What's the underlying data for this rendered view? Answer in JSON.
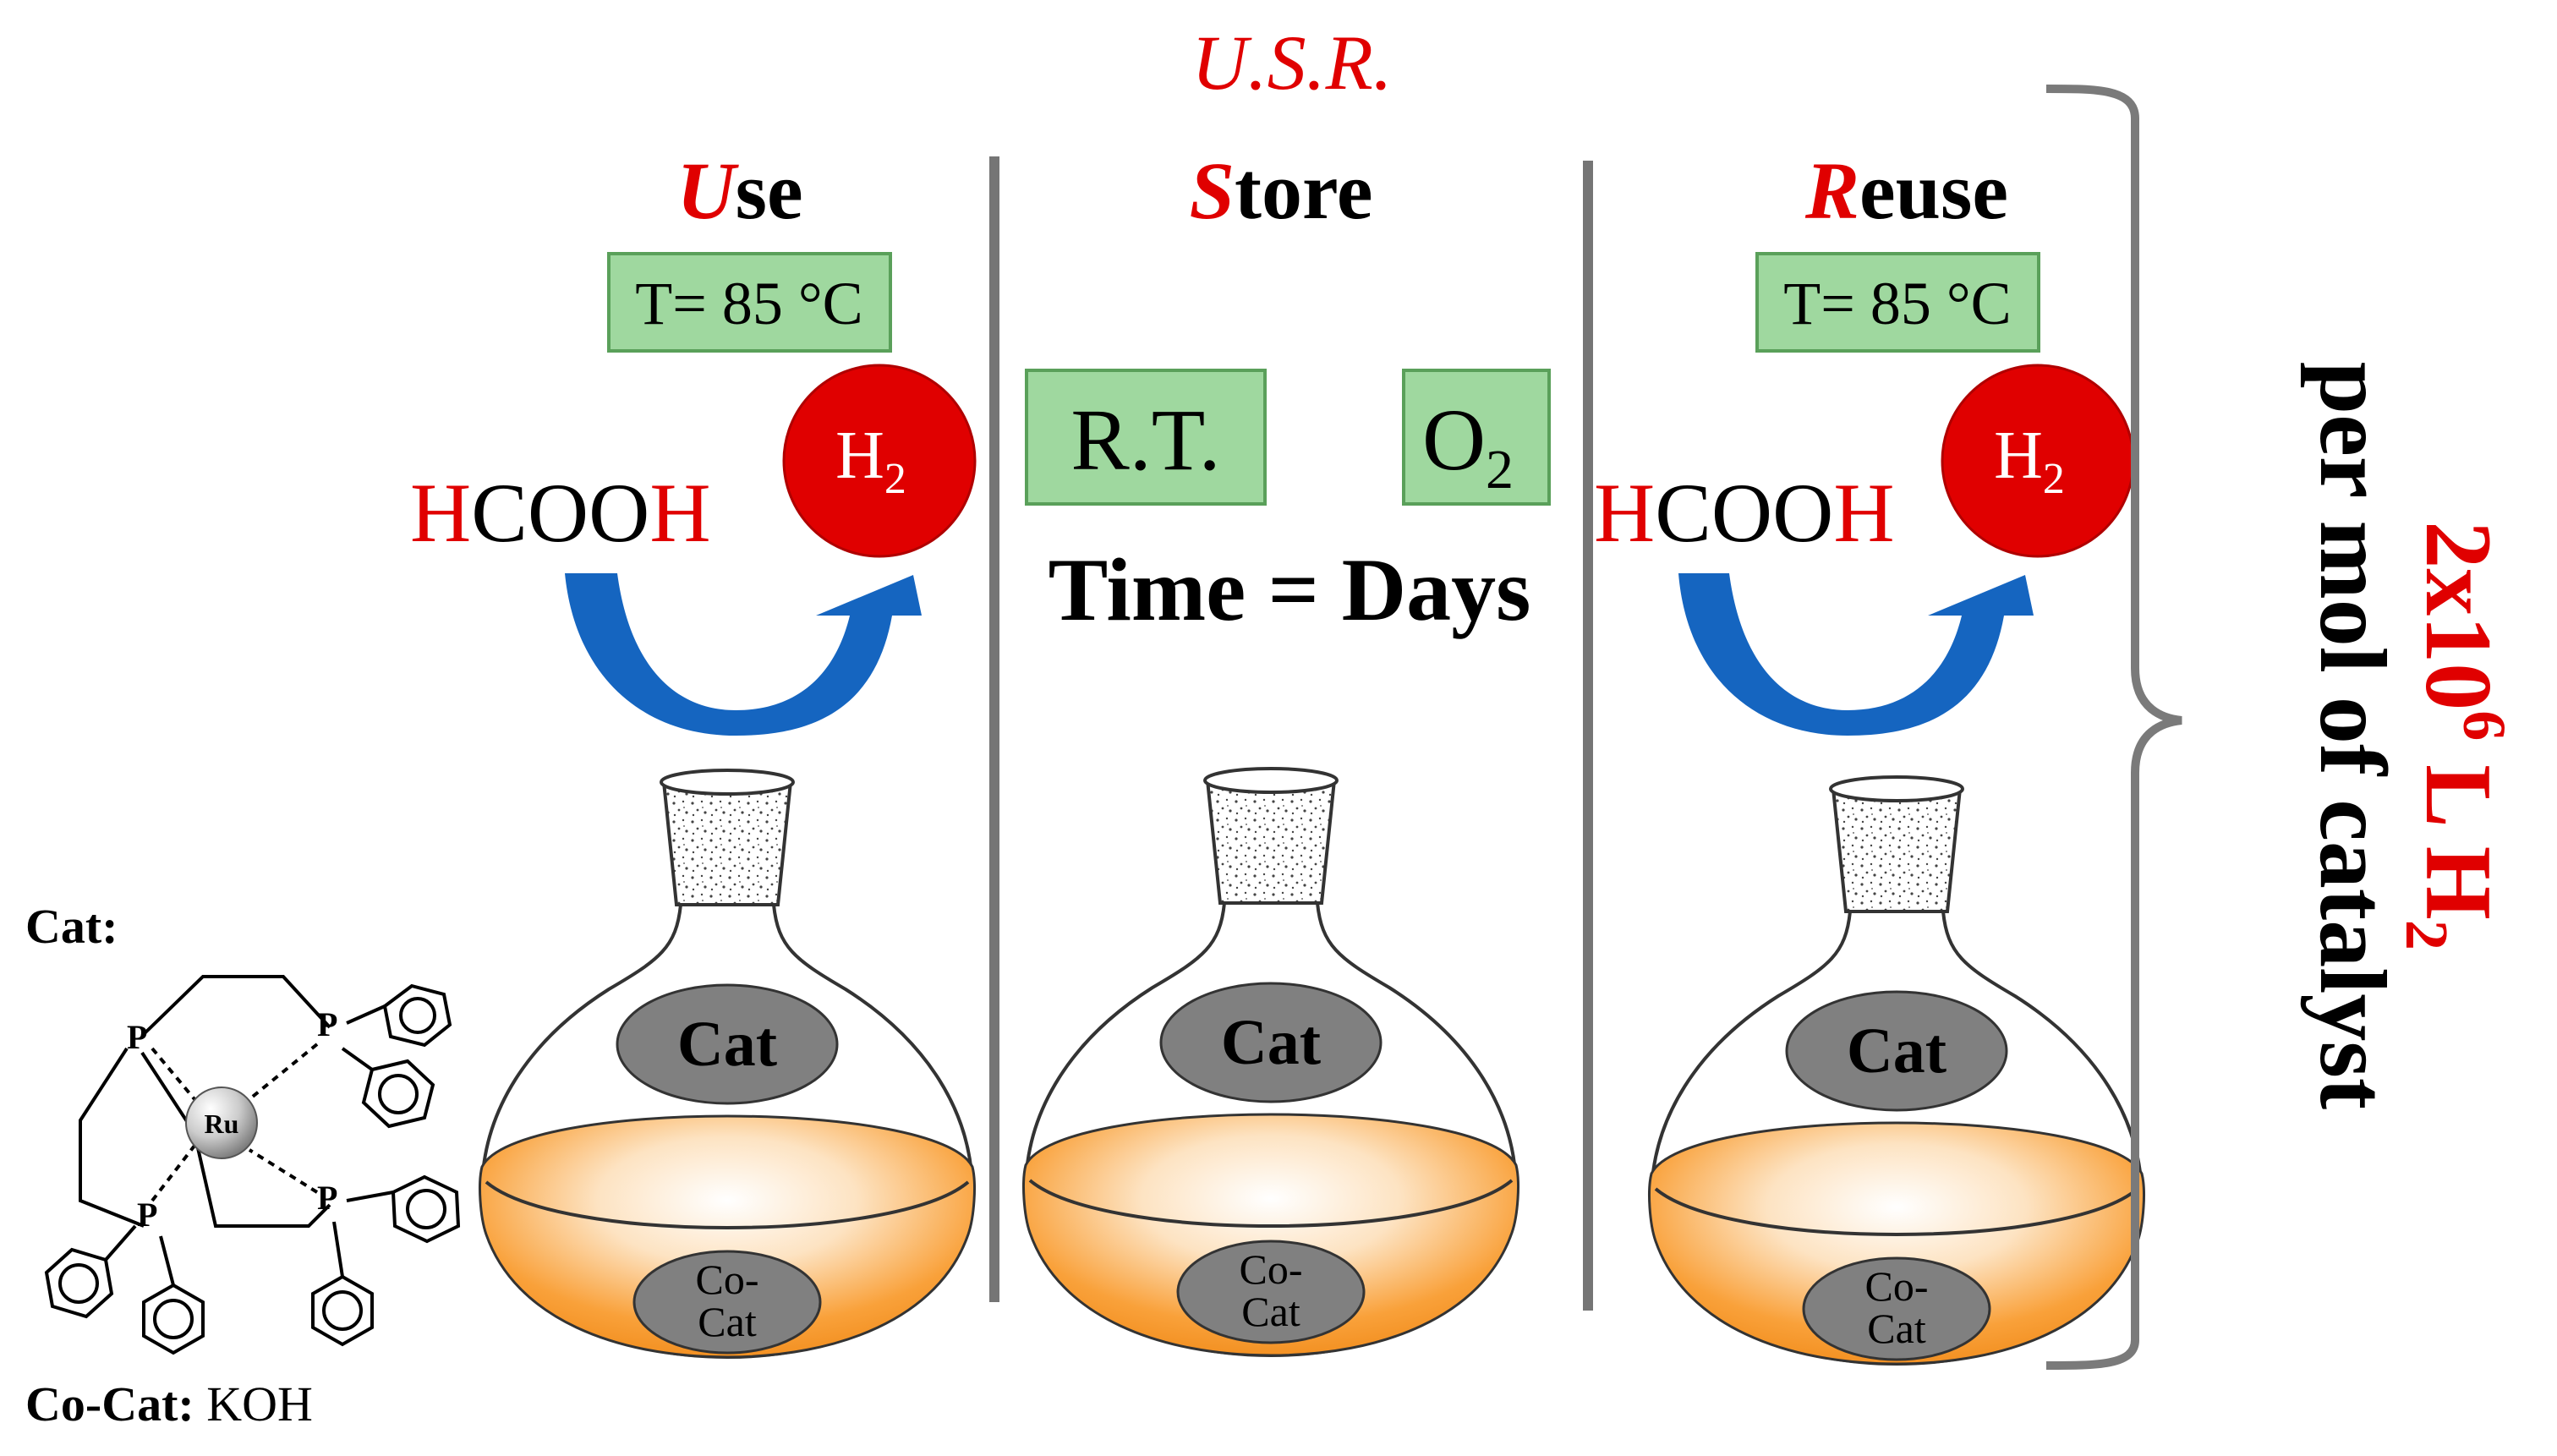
{
  "title": "U.S.R.",
  "stages": [
    {
      "initial": "U",
      "rest": "se",
      "temp": "T= 85 °C",
      "reactant_parts": [
        "H",
        "COO",
        "H"
      ],
      "product": "H",
      "product_sub": "2"
    },
    {
      "initial": "S",
      "rest": "tore",
      "rt": "R.T.",
      "o2": "O",
      "o2_sub": "2",
      "time": "Time = Days"
    },
    {
      "initial": "R",
      "rest": "euse",
      "temp": "T= 85 °C",
      "reactant_parts": [
        "H",
        "COO",
        "H"
      ],
      "product": "H",
      "product_sub": "2"
    }
  ],
  "flask": {
    "cat": "Cat",
    "cocat_line1": "Co-",
    "cocat_line2": "Cat"
  },
  "legend": {
    "cat_label": "Cat:",
    "cocat_label": "Co-Cat:",
    "cocat_value": "KOH"
  },
  "structure": {
    "metal": "Ru",
    "phosphorus": "P"
  },
  "result": {
    "line1_prefix": "2x10",
    "line1_exp": "6",
    "line1_mid": " L H",
    "line1_sub": "2",
    "line2": "per mol of catalyst"
  },
  "colors": {
    "accent_red": "#e00000",
    "arrow_blue": "#1565c0",
    "box_green": "#9fd89f",
    "box_border": "#5aa05a",
    "liquid_orange": "#f7941d",
    "cat_gray": "#808080"
  }
}
